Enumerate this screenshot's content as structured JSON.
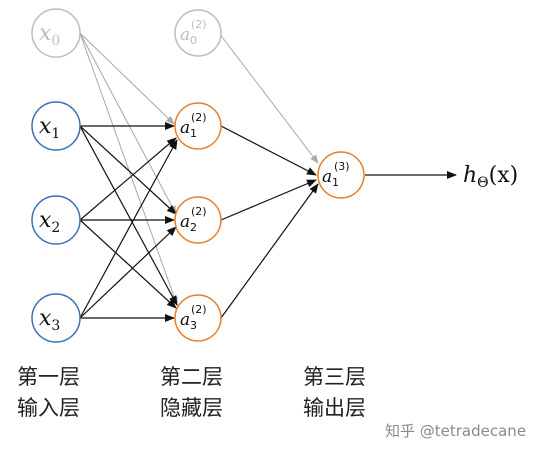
{
  "colors": {
    "input_node": "#3a72b8",
    "hidden_node": "#e8812b",
    "bias_node": "#bdbdbd",
    "bias_edge": "#a8a8a8",
    "edge": "#111111",
    "text": "#111111"
  },
  "nodes": {
    "x0": {
      "base": "x",
      "sub": "0"
    },
    "x1": {
      "base": "x",
      "sub": "1"
    },
    "x2": {
      "base": "x",
      "sub": "2"
    },
    "x3": {
      "base": "x",
      "sub": "3"
    },
    "a0_2": {
      "base": "a",
      "sub": "0",
      "sup": "(2)"
    },
    "a1_2": {
      "base": "a",
      "sub": "1",
      "sup": "(2)"
    },
    "a2_2": {
      "base": "a",
      "sub": "2",
      "sup": "(2)"
    },
    "a3_2": {
      "base": "a",
      "sub": "3",
      "sup": "(2)"
    },
    "a1_3": {
      "base": "a",
      "sub": "1",
      "sup": "(3)"
    }
  },
  "output": {
    "h": "h",
    "theta": "Θ",
    "arg": "(x)"
  },
  "layers": [
    {
      "line1": "第一层",
      "line2": "输入层"
    },
    {
      "line1": "第二层",
      "line2": "隐藏层"
    },
    {
      "line1": "第三层",
      "line2": "输出层"
    }
  ],
  "watermark": "知乎 @tetradecane"
}
